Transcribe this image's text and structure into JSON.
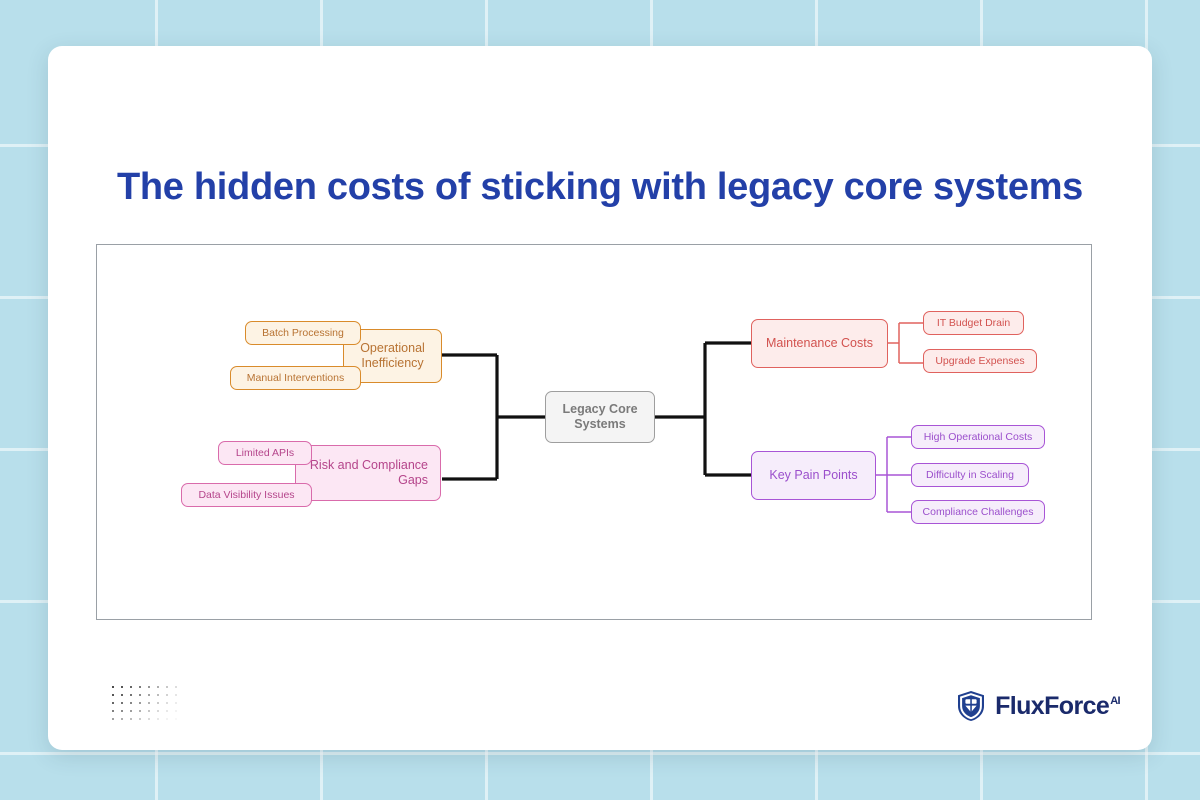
{
  "page": {
    "title": "The hidden costs of sticking with legacy core systems",
    "title_color": "#2340a8",
    "background_color": "#b8dfeb",
    "card_color": "#ffffff"
  },
  "diagram": {
    "type": "mind-map",
    "center": {
      "label": "Legacy Core\nSystems",
      "fill": "#f4f4f4",
      "stroke": "#9e9e9e",
      "text_color": "#7a7a7a"
    },
    "branches": [
      {
        "name": "operational-inefficiency",
        "label": "Operational\nInefficiency",
        "side": "left",
        "fill": "#fdf3e4",
        "stroke": "#d98b2b",
        "text_color": "#b87333",
        "children": [
          {
            "label": "Batch Processing"
          },
          {
            "label": "Manual Interventions"
          }
        ]
      },
      {
        "name": "risk-and-compliance-gaps",
        "label": "Risk and Compliance\nGaps",
        "side": "left",
        "fill": "#fce7f4",
        "stroke": "#d96bab",
        "text_color": "#b5458b",
        "children": [
          {
            "label": "Limited APIs"
          },
          {
            "label": "Data Visibility Issues"
          }
        ]
      },
      {
        "name": "maintenance-costs",
        "label": "Maintenance Costs",
        "side": "right",
        "fill": "#fdeceb",
        "stroke": "#e0625e",
        "text_color": "#d2524f",
        "children": [
          {
            "label": "IT Budget Drain"
          },
          {
            "label": "Upgrade Expenses"
          }
        ]
      },
      {
        "name": "key-pain-points",
        "label": "Key Pain Points",
        "side": "right",
        "fill": "#f6edfb",
        "stroke": "#a855d6",
        "text_color": "#9b4fcc",
        "children": [
          {
            "label": "High Operational Costs"
          },
          {
            "label": "Difficulty in Scaling"
          },
          {
            "label": "Compliance Challenges"
          }
        ]
      }
    ],
    "connector_color": "#111111"
  },
  "logo": {
    "name": "FluxForce",
    "superscript": "AI",
    "color": "#1a2a6b",
    "icon": "shield-icon"
  }
}
